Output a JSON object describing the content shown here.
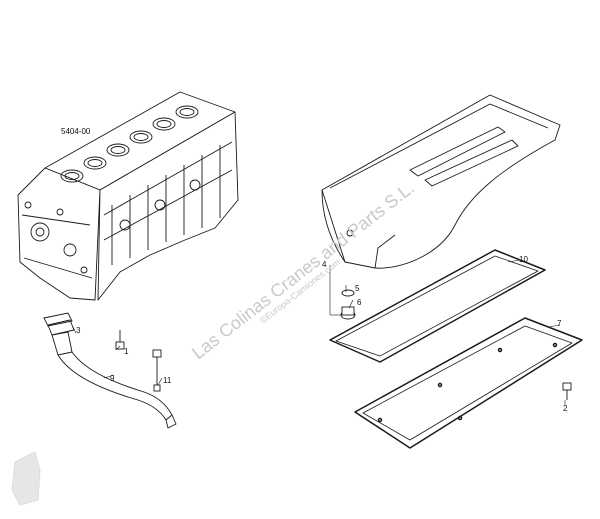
{
  "drawing": {
    "section_ref": "5404-00",
    "callouts": [
      "1",
      "2",
      "3",
      "4",
      "5",
      "6",
      "7",
      "9",
      "10",
      "11"
    ]
  },
  "watermark": {
    "company": "Las Colinas Cranes and Parts S.L.",
    "site": "©Europa-Camiones.com"
  },
  "colors": {
    "ink": "#1a1a1a",
    "watermark": "#c9c9c9",
    "background": "#ffffff"
  }
}
